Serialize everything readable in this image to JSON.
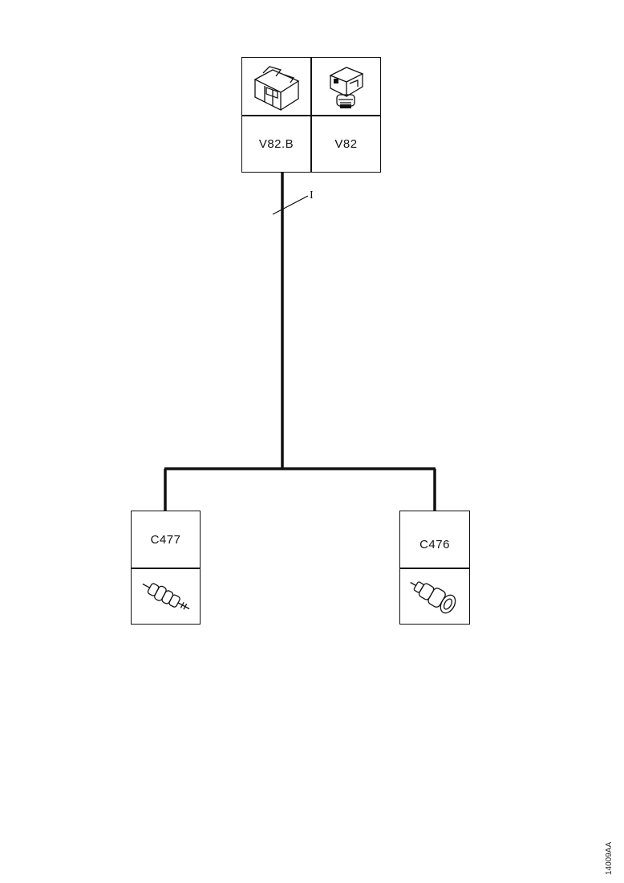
{
  "components": {
    "top_left": {
      "label": "V82.B",
      "icon": "switch-module-icon"
    },
    "top_right": {
      "label": "V82",
      "icon": "motor-assembly-icon"
    },
    "bottom_left": {
      "label": "C477",
      "icon": "cable-connector-icon"
    },
    "bottom_right": {
      "label": "C476",
      "icon": "connector-plug-icon"
    }
  },
  "wire": {
    "label": "I"
  },
  "reference_code": "14009AA",
  "colors": {
    "line": "#111111",
    "background": "#ffffff"
  }
}
